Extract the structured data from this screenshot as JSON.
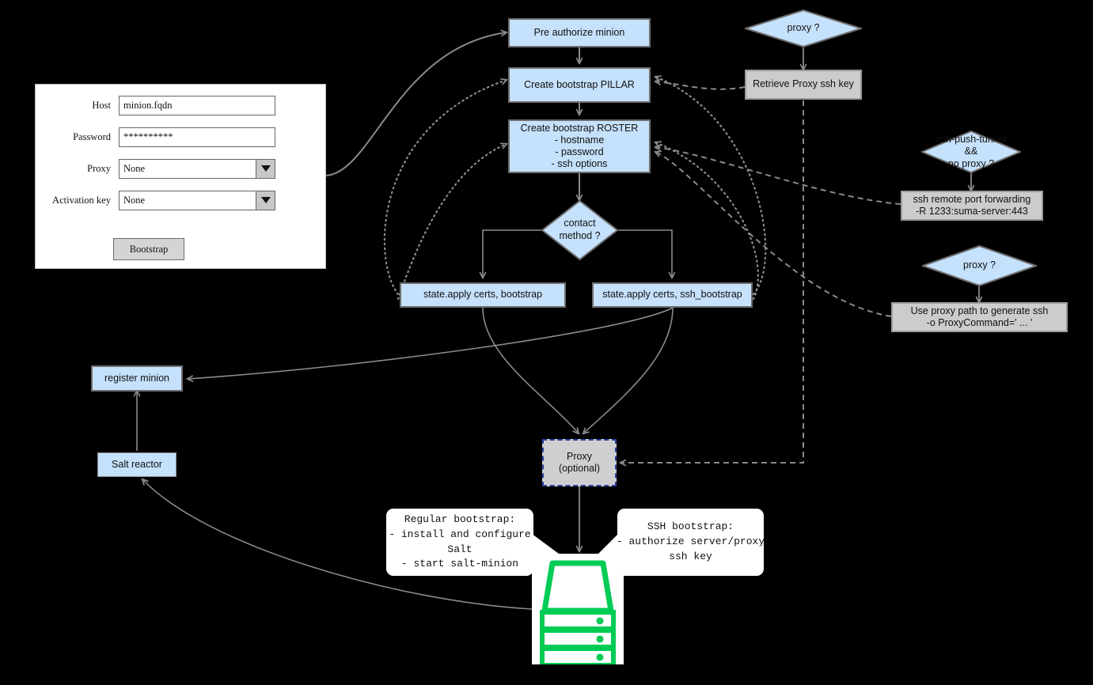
{
  "form": {
    "title": "bootstrap-form",
    "fields": [
      {
        "label": "Host",
        "value": "minion.fqdn",
        "type": "text"
      },
      {
        "label": "Password",
        "value": "**********",
        "type": "password"
      },
      {
        "label": "Proxy",
        "value": "None",
        "type": "select"
      },
      {
        "label": "Activation key",
        "value": "None",
        "type": "select"
      }
    ],
    "submit_label": "Bootstrap"
  },
  "nodes": {
    "pre_authorize": "Pre authorize minion",
    "create_pillar": "Create bootstrap PILLAR",
    "create_roster_title": "Create bootstrap ROSTER",
    "create_roster_l1": "- hostname",
    "create_roster_l2": "- password",
    "create_roster_l3": "- ssh options",
    "contact_method_l1": "contact",
    "contact_method_l2": "method ?",
    "state_apply_bootstrap": "state.apply certs, bootstrap",
    "state_apply_ssh_bootstrap": "state.apply certs, ssh_bootstrap",
    "proxy_q_top": "proxy ?",
    "retrieve_proxy_key": "Retrieve Proxy ssh key",
    "push_tunnel_l1": "ssh-push-tunnel",
    "push_tunnel_l2": "&&",
    "push_tunnel_l3": "no proxy ?",
    "ssh_remote_l1": "ssh remote port forwarding",
    "ssh_remote_l2": "-R 1233:suma-server:443",
    "proxy_q_bottom": "proxy ?",
    "use_proxy_path_l1": "Use proxy path to generate ssh",
    "use_proxy_path_l2": "-o ProxyCommand=' ... '",
    "register_minion": "register minion",
    "salt_reactor": "Salt reactor",
    "proxy_optional_l1": "Proxy",
    "proxy_optional_l2": "(optional)"
  },
  "callouts": {
    "regular": "Regular bootstrap:\n- install and configure\nSalt\n- start salt-minion",
    "ssh": "SSH bootstrap:\n- authorize server/proxy\nssh key"
  },
  "icons": {
    "server": "server-stack-icon",
    "dropdown": "chevron-down-icon"
  },
  "colors": {
    "node_blue_fill": "#c5e1fb",
    "node_blue_border": "#6e6e6e",
    "node_gray_fill": "#cccccc",
    "node_gray_border": "#9b9b9b",
    "proxy_border": "#2a3fa0",
    "wire": "#8a8a8a",
    "server_green": "#00cc55",
    "background": "#000000"
  }
}
